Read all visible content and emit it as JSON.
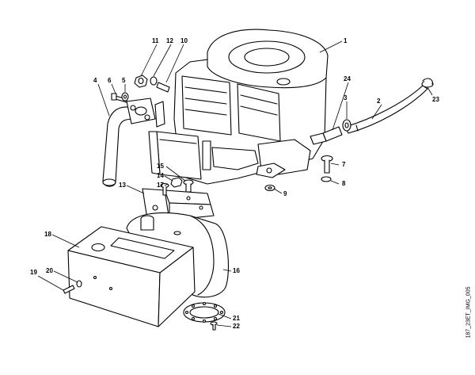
{
  "diagram": {
    "reference_code": "187_23ET_IMG_005",
    "callouts": [
      {
        "id": "c1",
        "label": "1"
      },
      {
        "id": "c2",
        "label": "2"
      },
      {
        "id": "c3",
        "label": "3"
      },
      {
        "id": "c4",
        "label": "4"
      },
      {
        "id": "c5",
        "label": "5"
      },
      {
        "id": "c6",
        "label": "6"
      },
      {
        "id": "c7",
        "label": "7"
      },
      {
        "id": "c8",
        "label": "8"
      },
      {
        "id": "c9",
        "label": "9"
      },
      {
        "id": "c10",
        "label": "10"
      },
      {
        "id": "c11",
        "label": "11"
      },
      {
        "id": "c12",
        "label": "12"
      },
      {
        "id": "c13",
        "label": "13"
      },
      {
        "id": "c14",
        "label": "14"
      },
      {
        "id": "c15",
        "label": "15"
      },
      {
        "id": "c16",
        "label": "16"
      },
      {
        "id": "c17",
        "label": "17"
      },
      {
        "id": "c18",
        "label": "18"
      },
      {
        "id": "c19",
        "label": "19"
      },
      {
        "id": "c20",
        "label": "20"
      },
      {
        "id": "c21",
        "label": "21"
      },
      {
        "id": "c22",
        "label": "22"
      },
      {
        "id": "c23",
        "label": "23"
      },
      {
        "id": "c24",
        "label": "24"
      }
    ]
  }
}
